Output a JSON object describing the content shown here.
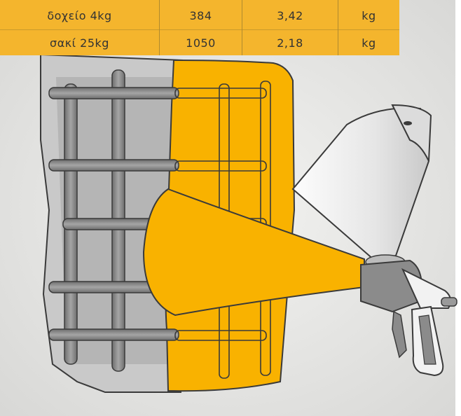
{
  "price_table": {
    "rows": [
      [
        "δοχείο 4kg",
        "384",
        "3,42",
        "kg"
      ],
      [
        "σακί 25kg",
        "1050",
        "2,18",
        "kg"
      ]
    ]
  },
  "colors": {
    "accent": "#f4b52d",
    "spray": "#f9b200",
    "concrete": "#cfcfcf",
    "rebar": "#8e8e8e",
    "gun_body": "#f2f2f2",
    "gun_grip": "#8b8b8b"
  },
  "icons": [
    "rebar-grid-icon",
    "spray-gun-icon",
    "hopper-icon"
  ]
}
